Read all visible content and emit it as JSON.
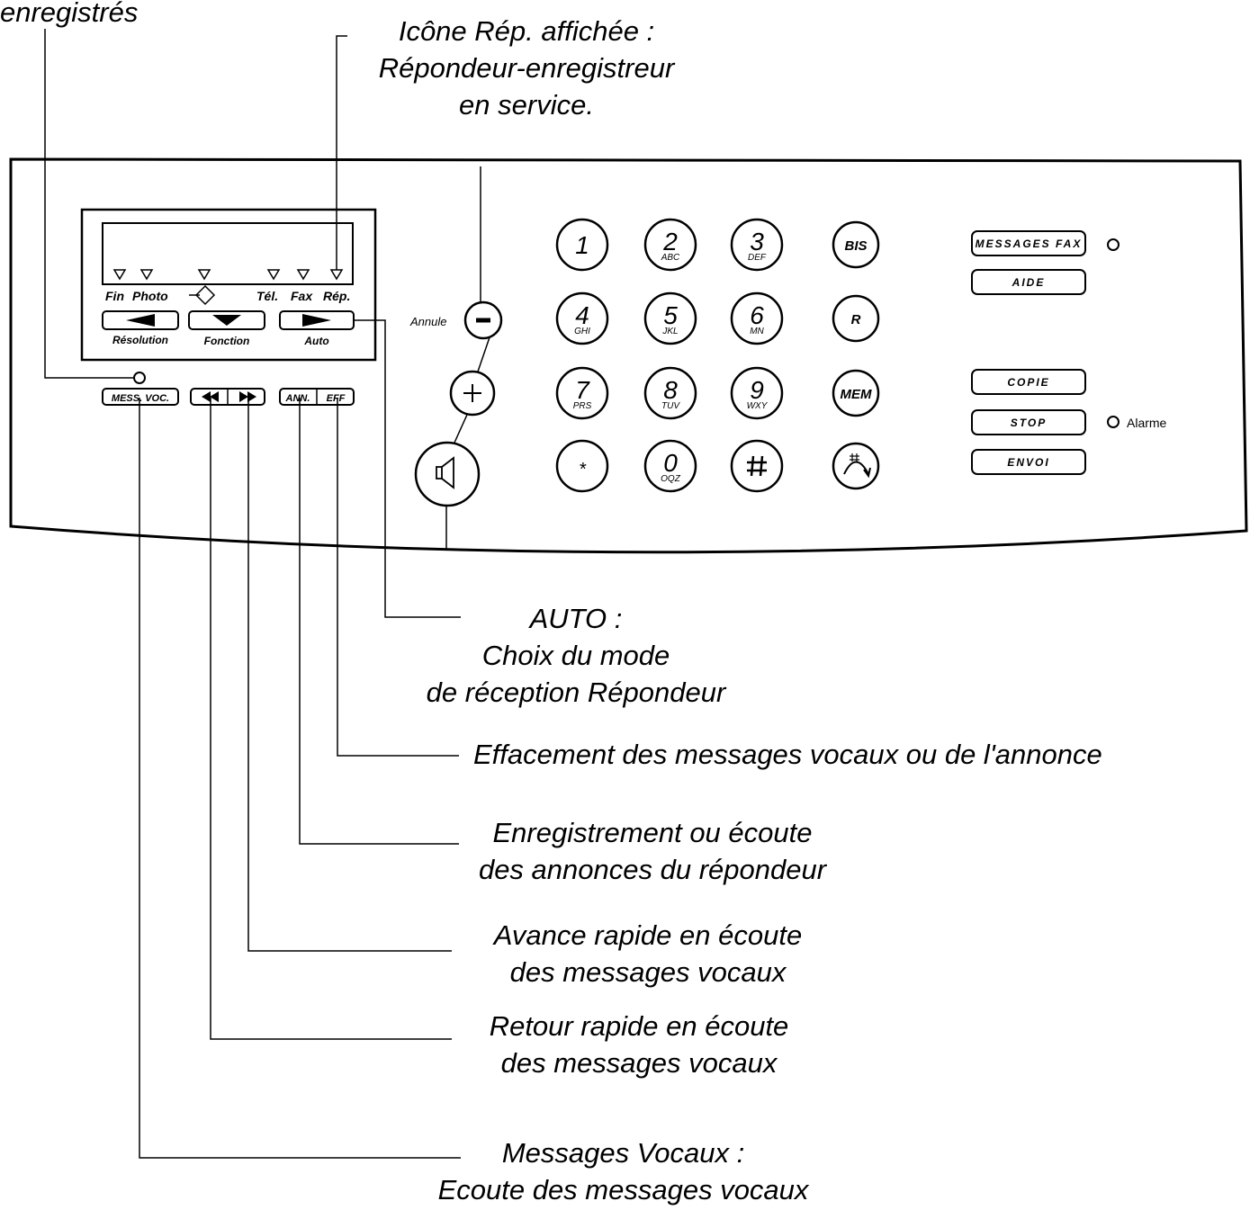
{
  "captions": {
    "top_left": [
      "enregistrés"
    ],
    "rep_icon": [
      "Icône Rép. affichée :",
      "Répondeur-enregistreur",
      "en service."
    ],
    "auto": [
      "AUTO :",
      "Choix du mode",
      "de réception Répondeur"
    ],
    "eff": [
      "Effacement des messages vocaux ou de l'annonce"
    ],
    "ann": [
      "Enregistrement ou écoute",
      "des annonces du répondeur"
    ],
    "ff": [
      "Avance rapide en écoute",
      "des messages vocaux"
    ],
    "rew": [
      "Retour rapide en écoute",
      "des messages vocaux"
    ],
    "mess": [
      "Messages Vocaux :",
      "Ecoute des messages vocaux"
    ]
  },
  "panel": {
    "icon_labels": [
      "Fin",
      "Photo",
      "Tél.",
      "Fax",
      "Rép."
    ],
    "nav_labels": [
      "Résolution",
      "Fonction",
      "Auto"
    ],
    "annule_label": "Annule",
    "mess_voc_label": "MESS. VOC.",
    "ann_label": "ANN.",
    "eff_label": "EFF",
    "keypad": [
      {
        "digit": "1",
        "letters": ""
      },
      {
        "digit": "2",
        "letters": "ABC"
      },
      {
        "digit": "3",
        "letters": "DEF"
      },
      {
        "digit": "4",
        "letters": "GHI"
      },
      {
        "digit": "5",
        "letters": "JKL"
      },
      {
        "digit": "6",
        "letters": "MN"
      },
      {
        "digit": "7",
        "letters": "PRS"
      },
      {
        "digit": "8",
        "letters": "TUV"
      },
      {
        "digit": "9",
        "letters": "WXY"
      },
      {
        "digit": "*",
        "letters": ""
      },
      {
        "digit": "0",
        "letters": "OQZ"
      },
      {
        "digit": "#",
        "letters": ""
      }
    ],
    "func_keys": [
      "BIS",
      "R",
      "MEM"
    ],
    "right_buttons": [
      "MESSAGES FAX",
      "AIDE",
      "COPIE",
      "STOP",
      "ENVOI"
    ],
    "alarm_label": "Alarme"
  }
}
